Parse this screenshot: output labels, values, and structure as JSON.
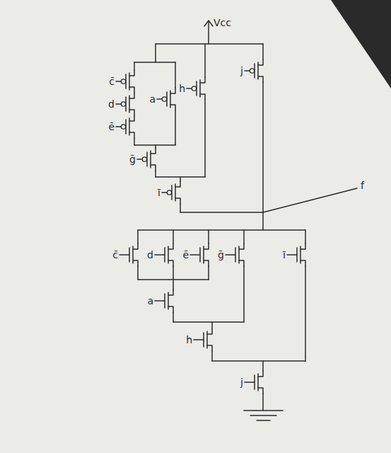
{
  "diagram": {
    "labels": [
      "Vcc",
      "c̄",
      "d",
      "ē",
      "a",
      "h",
      "j",
      "ḡ",
      "ī",
      "f",
      "c̄",
      "d",
      "ē",
      "ḡ",
      "ī",
      "a",
      "h",
      "j"
    ]
  }
}
